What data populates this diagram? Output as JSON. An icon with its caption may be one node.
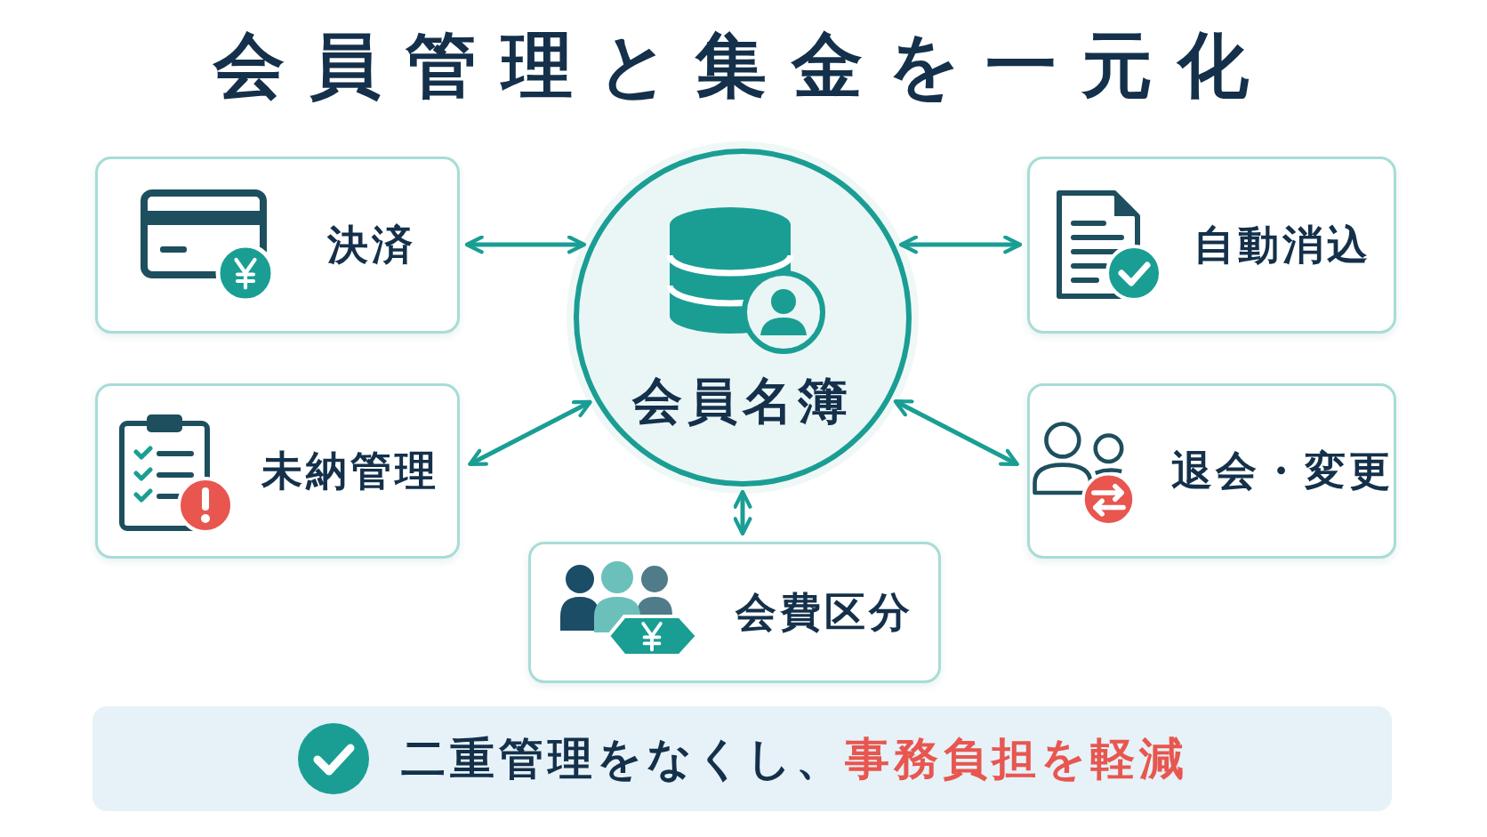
{
  "diagram": {
    "title": "会員管理と集金を一元化",
    "nodes": [
      {
        "text": [
          "決済"
        ]
      },
      {
        "text": [
          "会員名簿"
        ]
      },
      {
        "text": [
          "自動消込"
        ]
      },
      {
        "text": [
          "未納管理"
        ]
      },
      {
        "text": [
          "退会・変更"
        ]
      },
      {
        "text": [
          "会費区分"
        ]
      },
      {
        "text": [
          "二重管理をなくし、",
          "事務負担を軽減"
        ]
      }
    ],
    "edges": [
      {
        "from": 1,
        "to": 0,
        "arrow": "both"
      },
      {
        "from": 1,
        "to": 2,
        "arrow": "both"
      },
      {
        "from": 1,
        "to": 3,
        "arrow": "both"
      },
      {
        "from": 1,
        "to": 4,
        "arrow": "both"
      },
      {
        "from": 1,
        "to": 5,
        "arrow": "both"
      }
    ]
  }
}
